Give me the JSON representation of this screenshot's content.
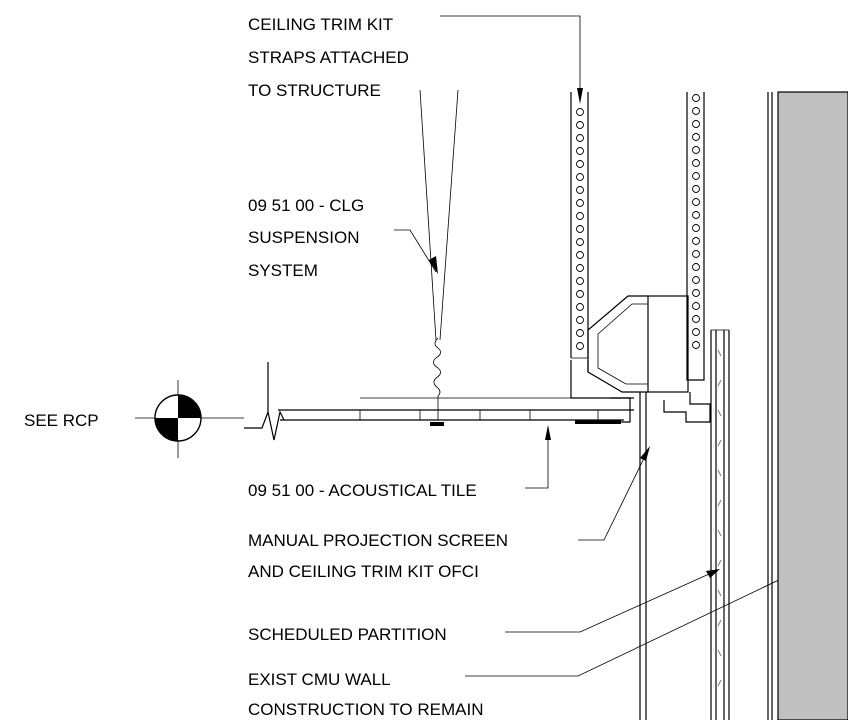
{
  "labels": {
    "trim_straps": [
      "CEILING TRIM KIT",
      "STRAPS ATTACHED",
      "TO STRUCTURE"
    ],
    "suspension": [
      "09 51 00  - CLG",
      "SUSPENSION",
      "SYSTEM"
    ],
    "see_rcp": "SEE RCP",
    "acoustical_tile": "09 51 00  - ACOUSTICAL TILE",
    "projection_screen": [
      "MANUAL PROJECTION SCREEN",
      "AND CEILING TRIM KIT OFCI"
    ],
    "partition": "SCHEDULED PARTITION",
    "cmu_wall": [
      "EXIST CMU WALL",
      "CONSTRUCTION TO REMAIN"
    ]
  },
  "colors": {
    "line": "#000000",
    "cmu_fill": "#c0c0c0",
    "background": "#ffffff"
  }
}
